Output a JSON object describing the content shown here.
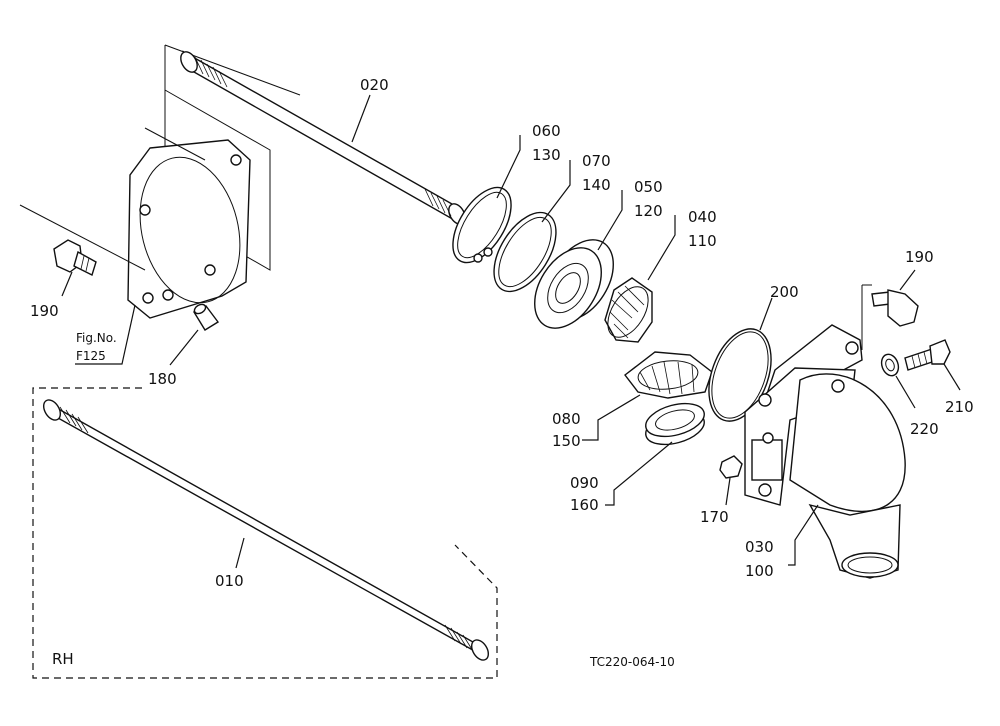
{
  "labels": {
    "p010": "010",
    "p020": "020",
    "p030": "030",
    "p040": "040",
    "p050": "050",
    "p060": "060",
    "p070": "070",
    "p080": "080",
    "p090": "090",
    "p100": "100",
    "p110": "110",
    "p120": "120",
    "p130": "130",
    "p140": "140",
    "p150": "150",
    "p160": "160",
    "p170": "170",
    "p180": "180",
    "p190_left": "190",
    "p190_right": "190",
    "p200": "200",
    "p210": "210",
    "p220": "220"
  },
  "figref": {
    "line1": "Fig.No.",
    "line2": "F125"
  },
  "side_label": "RH",
  "drawing_code": "TC220-064-10"
}
